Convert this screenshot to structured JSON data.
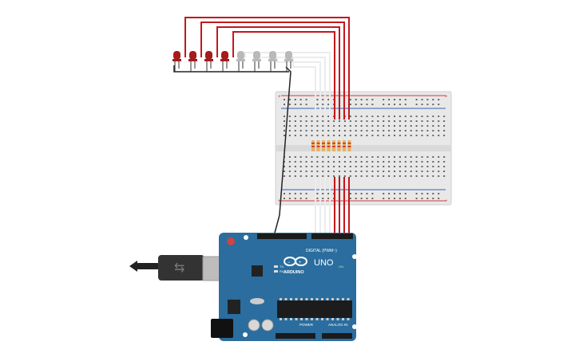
{
  "canvas": {
    "background": "#ffffff"
  },
  "colors": {
    "wire_red": "#c4161c",
    "wire_white": "#ececec",
    "wire_gray": "#8c8c8c",
    "wire_black": "#222222",
    "led_red": "#a51c1c",
    "led_white": "#b9b9b9",
    "breadboard": "#e8e8e8",
    "rail_red": "#d33a3a",
    "rail_blue": "#3a5fb0",
    "arduino_blue": "#2a6d9e",
    "arduino_dark": "#1f5a85"
  },
  "leds": [
    {
      "id": "led-1",
      "color": "red"
    },
    {
      "id": "led-2",
      "color": "red"
    },
    {
      "id": "led-3",
      "color": "red"
    },
    {
      "id": "led-4",
      "color": "red"
    },
    {
      "id": "led-5",
      "color": "white"
    },
    {
      "id": "led-6",
      "color": "white"
    },
    {
      "id": "led-7",
      "color": "white"
    },
    {
      "id": "led-8",
      "color": "white"
    }
  ],
  "resistors": {
    "count": 8
  },
  "breadboard": {
    "rail_top_left": "+",
    "rail_top_right": "+",
    "rail_bottom_left": "+",
    "rail_bottom_right": "+"
  },
  "arduino": {
    "logo_text": "ARDUINO",
    "model": "UNO",
    "digital_label": "DIGITAL (PWM~)",
    "power_label": "POWER",
    "analog_label": "ANALOG IN",
    "tx_label": "TX",
    "rx_label": "RX",
    "on_label": "ON"
  }
}
